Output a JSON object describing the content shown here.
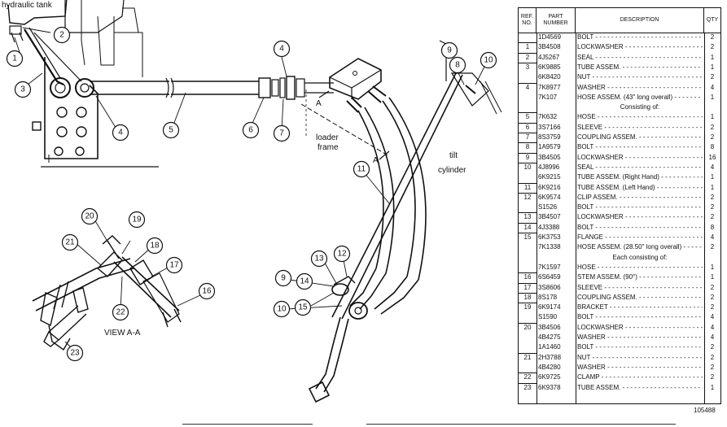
{
  "labels": {
    "hydraulic_tank": "hydraulic tank",
    "loader_frame_line1": "loader",
    "loader_frame_line2": "frame",
    "tilt_cylinder_line1": "tilt",
    "tilt_cylinder_line2": "cylinder",
    "view_aa": "VIEW A-A",
    "section_a_left": "A",
    "section_a_right": "A"
  },
  "callouts": [
    "1",
    "2",
    "3",
    "4",
    "4",
    "5",
    "6",
    "7",
    "8",
    "9",
    "10",
    "11",
    "12",
    "13",
    "14",
    "15",
    "16",
    "17",
    "18",
    "19",
    "20",
    "21",
    "22",
    "23",
    "9",
    "10"
  ],
  "table": {
    "headers": {
      "ref_line1": "REF.",
      "ref_line2": "NO.",
      "part_line1": "PART",
      "part_line2": "NUMBER",
      "description": "DESCRIPTION",
      "qty": "QTY"
    },
    "rows": [
      {
        "ref": "",
        "part": "1D4569",
        "desc": "BOLT",
        "qty": "2"
      },
      {
        "ref": "1",
        "part": "3B4508",
        "desc": "LOCKWASHER",
        "qty": "2"
      },
      {
        "ref": "2",
        "part": "4J5267",
        "desc": "SEAL",
        "qty": "1"
      },
      {
        "ref": "3",
        "part": "6K9885",
        "desc": "TUBE ASSEM.",
        "qty": "1"
      },
      {
        "ref": "",
        "part": "6K8420",
        "desc": "NUT",
        "qty": "2"
      },
      {
        "ref": "4",
        "part": "7K8977",
        "desc": "WASHER",
        "qty": "4"
      },
      {
        "ref": "",
        "part": "7K107",
        "desc": "HOSE ASSEM. (43\" long overall)",
        "qty": "1"
      },
      {
        "ref": "",
        "part": "",
        "desc": "Consisting of:",
        "qty": "",
        "sub": true
      },
      {
        "ref": "5",
        "part": "7K632",
        "desc": "HOSE",
        "qty": "1"
      },
      {
        "ref": "6",
        "part": "3S7166",
        "desc": "SLEEVE",
        "qty": "2"
      },
      {
        "ref": "7",
        "part": "8S3759",
        "desc": "COUPLING ASSEM.",
        "qty": "2"
      },
      {
        "ref": "8",
        "part": "1A9579",
        "desc": "BOLT",
        "qty": "8"
      },
      {
        "ref": "9",
        "part": "3B4505",
        "desc": "LOCKWASHER",
        "qty": "16"
      },
      {
        "ref": "10",
        "part": "4J8996",
        "desc": "SEAL",
        "qty": "4"
      },
      {
        "ref": "",
        "part": "6K9215",
        "desc": "TUBE ASSEM. (Right Hand)",
        "qty": "1"
      },
      {
        "ref": "11",
        "part": "6K9216",
        "desc": "TUBE ASSEM. (Left Hand)",
        "qty": "1"
      },
      {
        "ref": "12",
        "part": "6K9574",
        "desc": "CLIP ASSEM.",
        "qty": "2"
      },
      {
        "ref": "",
        "part": "S1526",
        "desc": "BOLT",
        "qty": "2"
      },
      {
        "ref": "13",
        "part": "3B4507",
        "desc": "LOCKWASHER",
        "qty": "2"
      },
      {
        "ref": "14",
        "part": "4J3388",
        "desc": "BOLT",
        "qty": "8"
      },
      {
        "ref": "15",
        "part": "6K3753",
        "desc": "FLANGE",
        "qty": "4"
      },
      {
        "ref": "",
        "part": "7K1338",
        "desc": "HOSE ASSEM. (28.50\" long overall)",
        "qty": "2"
      },
      {
        "ref": "",
        "part": "",
        "desc": "Each consisting of:",
        "qty": "",
        "sub": true
      },
      {
        "ref": "",
        "part": "7K1597",
        "desc": "HOSE",
        "qty": "1"
      },
      {
        "ref": "16",
        "part": "6S6459",
        "desc": "STEM ASSEM. (90°)",
        "qty": "1"
      },
      {
        "ref": "17",
        "part": "3S8606",
        "desc": "SLEEVE",
        "qty": "2"
      },
      {
        "ref": "18",
        "part": "8S178",
        "desc": "COUPLING ASSEM.",
        "qty": "2"
      },
      {
        "ref": "19",
        "part": "6K9174",
        "desc": "BRACKET",
        "qty": "2"
      },
      {
        "ref": "",
        "part": "S1590",
        "desc": "BOLT",
        "qty": "4"
      },
      {
        "ref": "20",
        "part": "3B4506",
        "desc": "LOCKWASHER",
        "qty": "4"
      },
      {
        "ref": "",
        "part": "4B4275",
        "desc": "WASHER",
        "qty": "4"
      },
      {
        "ref": "",
        "part": "1A1460",
        "desc": "BOLT",
        "qty": "2"
      },
      {
        "ref": "21",
        "part": "2H3788",
        "desc": "NUT",
        "qty": "2"
      },
      {
        "ref": "",
        "part": "4B4280",
        "desc": "WASHER",
        "qty": "2"
      },
      {
        "ref": "22",
        "part": "6K9725",
        "desc": "CLAMP",
        "qty": "2"
      },
      {
        "ref": "23",
        "part": "6K9378",
        "desc": "TUBE ASSEM.",
        "qty": "1"
      }
    ]
  },
  "doc_number": "105488",
  "colors": {
    "ink": "#111111",
    "paper": "#ffffff"
  }
}
